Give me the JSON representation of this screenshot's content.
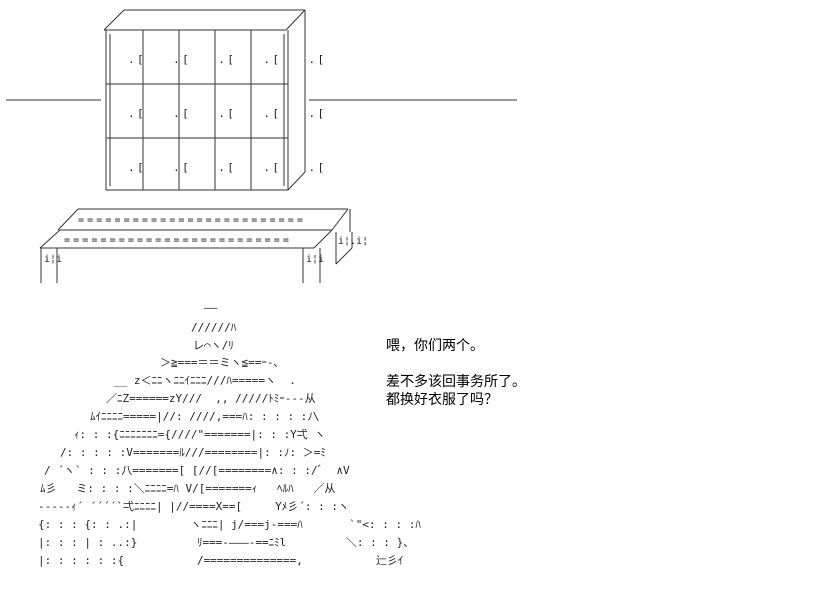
{
  "dialogue": {
    "line1": "喂，你们两个。",
    "line2": "差不多该回事务所了。",
    "line3": "都换好衣服了吗？"
  },
  "art_text": {
    "shelf_row1": ".[   .[   .[   .[   .[",
    "shelf_row2": ".[   .[   .[   .[   .[",
    "shelf_row3": ".[   .[   .[   .[   .[",
    "bench_top1": "=========================",
    "bench_top2": "=========================",
    "bench_leg_left": "i¦i",
    "bench_leg_right": "i¦i",
    "bench_side": "i¦.i¦",
    "head1": "――",
    "head2": "//////ﾊ",
    "head3": "レ⌒ヽ/ﾘ",
    "body1": "＞≧===＝＝ミヽ≦==ｰ‐､",
    "body2": "__ z＜ﾆﾆヽﾆﾆｲﾆﾆﾆ///ﾊ=====ヽ  .",
    "body3": "／ﾆZ======zY///  ,, /////ﾄﾐｰ‐‐‐从",
    "body4": "ﾑｲﾆﾆﾆﾆ=====|//: ////,===ﾊ: : : : :ﾉ\\",
    "body5": "ｨ: : :{ﾆﾆﾆﾆﾆﾆﾆ={////\"=======|: : :Y弌 ヽ",
    "body6": "/: : : : :V=======ﾙ///========|: :ﾉ: ＞=ﾐ",
    "body7": "/ ´ヽ` : : :八=======[ [//[========∧: : :/ﾞ  ∧V",
    "body8": "ﾑ彡   ミ: : : :＼ﾆﾆﾆﾆ=ﾊ V/[=======ｨ   ﾍﾙﾊ   ／从",
    "body9": "‐‐‐‐‐ｨ´ ´´´´`弌ﾆﾆﾆﾆ| |//====X==[     Yﾒ彡´: : :ヽ",
    "body10": "{: : : {: : .:|        ヽﾆﾆﾆ| j/===j-===ﾊ       `\"<: : : :ﾊ",
    "body11": "|: : : | : ..:}         ﾘ===-―――-==ﾆﾐl         ＼: : : }、",
    "body12": "|: : : : : :{           /==============,           辷彡ｲ"
  }
}
